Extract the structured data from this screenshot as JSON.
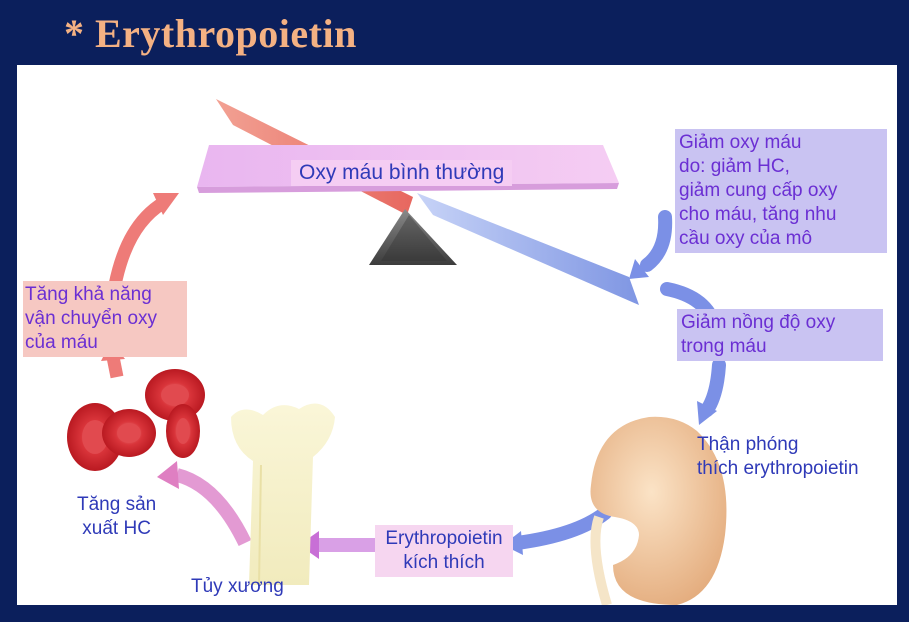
{
  "title": "* Erythropoietin",
  "labels": {
    "normal_oxygen": "Oxy máu bình thường",
    "low_oxygen": [
      "Giảm oxy máu",
      "do: giảm HC,",
      "giảm cung cấp oxy",
      "cho máu, tăng nhu",
      "cầu oxy của mô"
    ],
    "reduced_concentration": [
      "Giảm nồng độ oxy",
      "trong máu"
    ],
    "kidney_release": [
      "Thận phóng",
      "thích erythropoietin"
    ],
    "epo_stimulates": [
      "Erythropoietin",
      "kích thích"
    ],
    "bone_marrow": "Tủy xương",
    "increased_rbc": [
      "Tăng sản",
      "xuất HC"
    ],
    "increased_transport": [
      "Tăng khả năng",
      "vận chuyển oxy",
      "của máu"
    ]
  },
  "colors": {
    "background": "#0b1f5c",
    "title": "#f4b183",
    "text_purple": "#6b2fd3",
    "text_blue": "#2f3ab8",
    "box_lavender": "#c9c3f2",
    "box_pink": "#f6c8c2",
    "arrow_blue": "#7b90e6",
    "arrow_red": "#ee7b78"
  }
}
